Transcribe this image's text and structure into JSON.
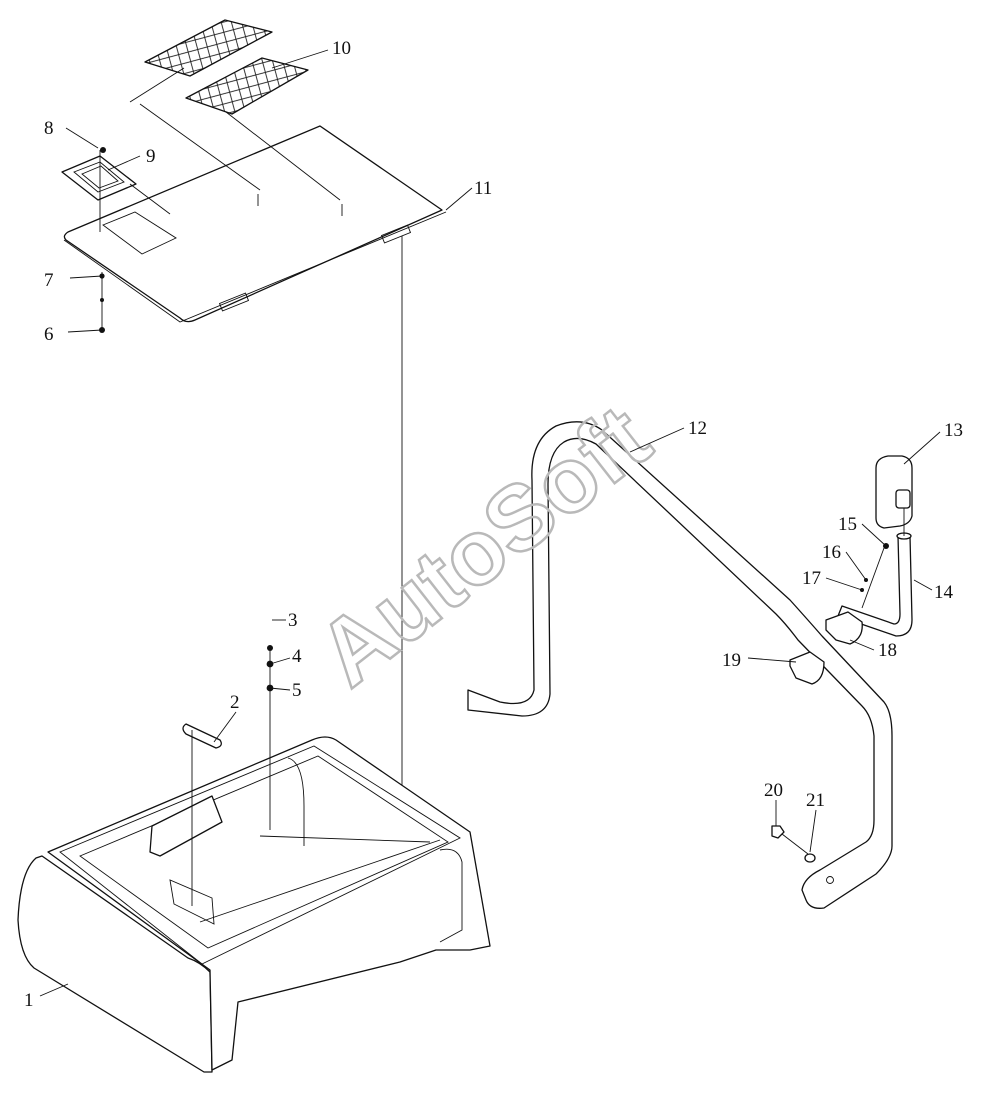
{
  "watermark": "AutoSoft",
  "callouts": [
    {
      "id": "1",
      "label": "1"
    },
    {
      "id": "2",
      "label": "2"
    },
    {
      "id": "3",
      "label": "3"
    },
    {
      "id": "4",
      "label": "4"
    },
    {
      "id": "5",
      "label": "5"
    },
    {
      "id": "6",
      "label": "6"
    },
    {
      "id": "7",
      "label": "7"
    },
    {
      "id": "8",
      "label": "8"
    },
    {
      "id": "9",
      "label": "9"
    },
    {
      "id": "10",
      "label": "10"
    },
    {
      "id": "11",
      "label": "11"
    },
    {
      "id": "12",
      "label": "12"
    },
    {
      "id": "13",
      "label": "13"
    },
    {
      "id": "14",
      "label": "14"
    },
    {
      "id": "15",
      "label": "15"
    },
    {
      "id": "16",
      "label": "16"
    },
    {
      "id": "17",
      "label": "17"
    },
    {
      "id": "18",
      "label": "18"
    },
    {
      "id": "19",
      "label": "19"
    },
    {
      "id": "20",
      "label": "20"
    },
    {
      "id": "21",
      "label": "21"
    }
  ]
}
